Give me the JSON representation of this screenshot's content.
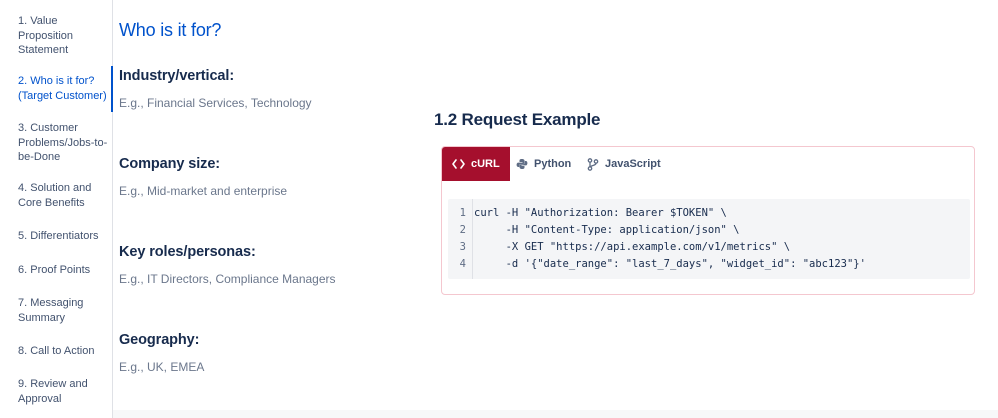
{
  "sidebar": {
    "items": [
      {
        "label": "1. Value Proposition Statement"
      },
      {
        "label": "2. Who is it for? (Target Customer)"
      },
      {
        "label": "3. Customer Problems/Jobs-to-be-Done"
      },
      {
        "label": "4. Solution and Core Benefits"
      },
      {
        "label": "5. Differentiators"
      },
      {
        "label": "6. Proof Points"
      },
      {
        "label": "7. Messaging Summary"
      },
      {
        "label": "8. Call to Action"
      },
      {
        "label": "9. Review and Approval"
      }
    ],
    "active_index": 1
  },
  "main": {
    "title": "Who is it for?",
    "sections": [
      {
        "heading": "Industry/vertical:",
        "text": "E.g., Financial Services, Technology"
      },
      {
        "heading": "Company size:",
        "text": "E.g., Mid-market and enterprise"
      },
      {
        "heading": "Key roles/personas:",
        "text": "E.g., IT Directors, Compliance Managers"
      },
      {
        "heading": "Geography:",
        "text": "E.g., UK, EMEA"
      }
    ]
  },
  "request": {
    "title": "1.2 Request Example",
    "tabs": [
      {
        "label": "cURL",
        "icon": "code-icon"
      },
      {
        "label": "Python",
        "icon": "python-icon"
      },
      {
        "label": "JavaScript",
        "icon": "branch-icon"
      }
    ],
    "active_tab": 0,
    "code_lines": [
      {
        "num": "1",
        "text": "curl -H \"Authorization: Bearer $TOKEN\" \\"
      },
      {
        "num": "2",
        "text": "     -H \"Content-Type: application/json\" \\"
      },
      {
        "num": "3",
        "text": "     -X GET \"https://api.example.com/v1/metrics\" \\"
      },
      {
        "num": "4",
        "text": "     -d '{\"date_range\": \"last_7_days\", \"widget_id\": \"abc123\"}'"
      }
    ]
  },
  "colors": {
    "accent": "#0052cc",
    "active_tab": "#a50f2d",
    "card_border": "#f4c7cf"
  }
}
